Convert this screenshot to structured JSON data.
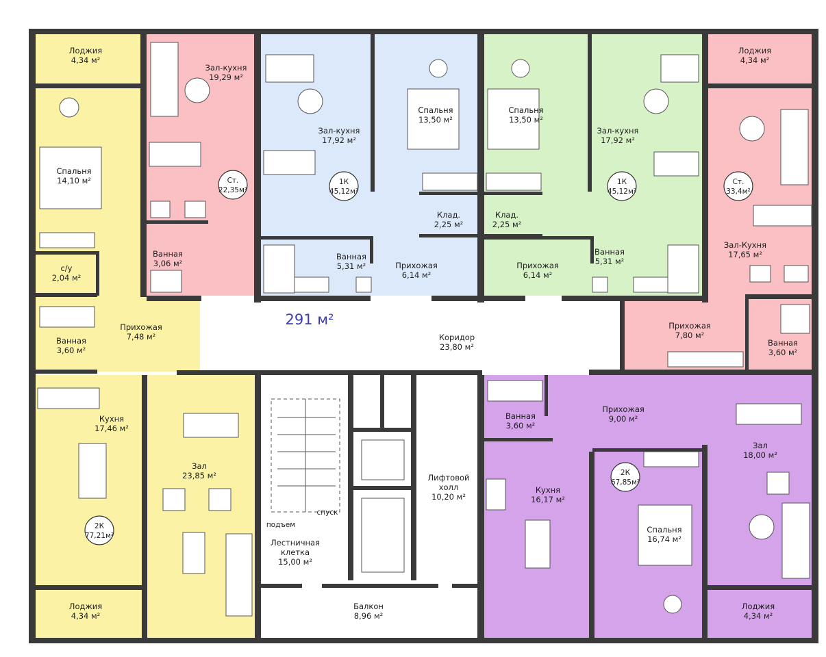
{
  "total_area": "291 м²",
  "colors": {
    "yellow": "#fbf2a6",
    "pink": "#fbc0c4",
    "blue": "#dce9fb",
    "green": "#d8f2c8",
    "purple": "#d4a3ea",
    "wall": "#3a3a3a"
  },
  "rooms": [
    {
      "id": "loggia-tl",
      "name": "Лоджия",
      "area": "4,34 м²"
    },
    {
      "id": "zal-kuhnya-pink",
      "name": "Зал-кухня",
      "area": "19,29 м²"
    },
    {
      "id": "spalnya-yellow",
      "name": "Спальня",
      "area": "14,10 м²"
    },
    {
      "id": "vannaya-pink",
      "name": "Ванная",
      "area": "3,06 м²"
    },
    {
      "id": "su-yellow",
      "name": "с/у",
      "area": "2,04 м²"
    },
    {
      "id": "zal-kuhnya-blue",
      "name": "Зал-кухня",
      "area": "17,92 м²"
    },
    {
      "id": "spalnya-blue",
      "name": "Спальня",
      "area": "13,50 м²"
    },
    {
      "id": "klad-blue",
      "name": "Клад.",
      "area": "2,25 м²"
    },
    {
      "id": "vannaya-blue",
      "name": "Ванная",
      "area": "5,31 м²"
    },
    {
      "id": "prihozhaya-blue",
      "name": "Прихожая",
      "area": "6,14 м²"
    },
    {
      "id": "spalnya-green",
      "name": "Спальня",
      "area": "13,50 м²"
    },
    {
      "id": "zal-kuhnya-green",
      "name": "Зал-кухня",
      "area": "17,92 м²"
    },
    {
      "id": "klad-green",
      "name": "Клад.",
      "area": "2,25 м²"
    },
    {
      "id": "prihozhaya-green",
      "name": "Прихожая",
      "area": "6,14 м²"
    },
    {
      "id": "vannaya-green",
      "name": "Ванная",
      "area": "5,31 м²"
    },
    {
      "id": "loggia-tr",
      "name": "Лоджия",
      "area": "4,34 м²"
    },
    {
      "id": "zal-kuhnya-pink-right",
      "name": "Зал-Кухня",
      "area": "17,65 м²"
    },
    {
      "id": "prihozhaya-pink-right",
      "name": "Прихожая",
      "area": "7,80 м²"
    },
    {
      "id": "vannaya-pink-right",
      "name": "Ванная",
      "area": "3,60 м²"
    },
    {
      "id": "vannaya-yellow",
      "name": "Ванная",
      "area": "3,60 м²"
    },
    {
      "id": "prihozhaya-yellow",
      "name": "Прихожая",
      "area": "7,48 м²"
    },
    {
      "id": "koridor",
      "name": "Коридор",
      "area": "23,80 м²"
    },
    {
      "id": "kuhnya-yellow",
      "name": "Кухня",
      "area": "17,46 м²"
    },
    {
      "id": "zal-yellow",
      "name": "Зал",
      "area": "23,85 м²"
    },
    {
      "id": "lestnica",
      "name": "Лестничная клетка",
      "area": "15,00 м²"
    },
    {
      "id": "lift-holl",
      "name": "Лифтовой холл",
      "area": "10,20 м²"
    },
    {
      "id": "vannaya-purple",
      "name": "Ванная",
      "area": "3,60 м²"
    },
    {
      "id": "prihozhaya-purple",
      "name": "Прихожая",
      "area": "9,00 м²"
    },
    {
      "id": "zal-purple",
      "name": "Зал",
      "area": "18,00 м²"
    },
    {
      "id": "kuhnya-purple",
      "name": "Кухня",
      "area": "16,17 м²"
    },
    {
      "id": "spalnya-purple",
      "name": "Спальня",
      "area": "16,74 м²"
    },
    {
      "id": "loggia-bl",
      "name": "Лоджия",
      "area": "4,34 м²"
    },
    {
      "id": "balkon",
      "name": "Балкон",
      "area": "8,96 м²"
    },
    {
      "id": "loggia-br",
      "name": "Лоджия",
      "area": "4,34 м²"
    }
  ],
  "apartments": [
    {
      "type": "Ст.",
      "area": "22,35м²"
    },
    {
      "type": "1К",
      "area": "45,12м²"
    },
    {
      "type": "1К",
      "area": "45,12м²"
    },
    {
      "type": "Ст.",
      "area": "33,4м²"
    },
    {
      "type": "2К",
      "area": "77,21м²"
    },
    {
      "type": "2К",
      "area": "67,85м²"
    }
  ],
  "stair_labels": {
    "up": "подъем",
    "down": "спуск"
  }
}
